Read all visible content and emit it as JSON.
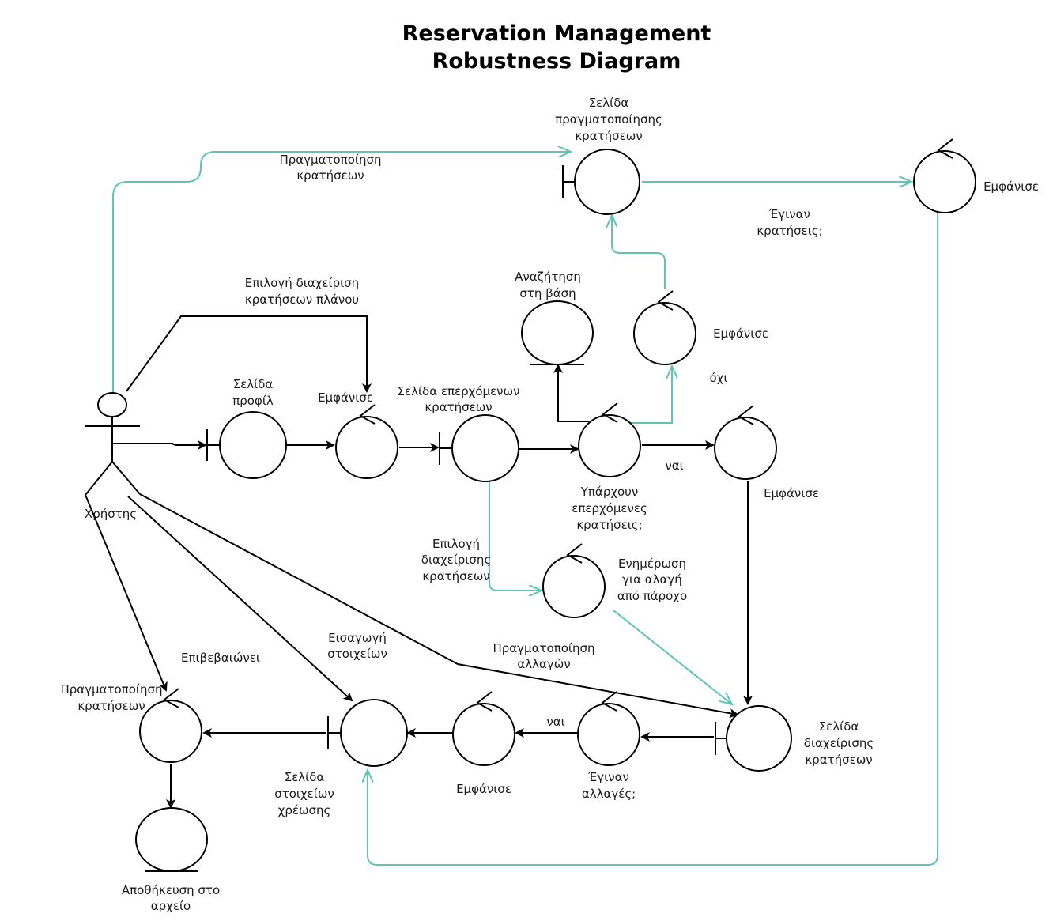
{
  "title": {
    "line1": "Reservation Management",
    "line2": "Robustness Diagram"
  },
  "actor": {
    "label": "Χρήστης"
  },
  "nodes": {
    "page_do_reservations": [
      "Σελίδα",
      "πραγματοποίησης",
      "κρατήσεων"
    ],
    "display_top_right": [
      "Εμφάνισε"
    ],
    "search_db": [
      "Αναζήτηση",
      "στη βάση"
    ],
    "display_mid": [
      "Εμφάνισε"
    ],
    "page_profile": [
      "Σελίδα",
      "προφίλ"
    ],
    "display_profile": [
      "Εμφάνισε"
    ],
    "page_upcoming": [
      "Σελίδα επερχόμενων",
      "κρατήσεων"
    ],
    "upcoming_exist": [
      "Υπάρχουν",
      "επερχόμενες",
      "κρατήσεις;"
    ],
    "display_right": [
      "Εμφάνισε"
    ],
    "update_change": [
      "Ενημέρωση",
      "για αλαγή",
      "από πάροχο"
    ],
    "page_manage": [
      "Σελίδα",
      "διαχείρισης",
      "κρατήσεων"
    ],
    "changes_made": [
      "Έγιναν",
      "αλλαγές;"
    ],
    "display_bottom": [
      "Εμφάνισε"
    ],
    "page_billing": [
      "Σελίδα",
      "στοιχείων",
      "χρέωσης"
    ],
    "do_reservation": [
      "Πραγματοποίηση",
      "κρατήσεων"
    ],
    "save_file": [
      "Αποθήκευση στο",
      "αρχείο"
    ]
  },
  "edges": {
    "do_reservations": [
      "Πραγματοποίηση",
      "κρατήσεων"
    ],
    "choose_manage_plan": [
      "Επιλογή διαχείριση",
      "κρατήσεων πλάνου"
    ],
    "reservations_made": [
      "Έγιναν",
      "κρατήσεις;"
    ],
    "no": "όχι",
    "yes_right": "ναι",
    "choose_manage": [
      "Επιλογή",
      "διαχείρισης",
      "κρατήσεων"
    ],
    "do_changes": [
      "Πραγματοποίηση",
      "αλλαγών"
    ],
    "enter_data": [
      "Εισαγωγή",
      "στοιχείων"
    ],
    "confirms": "Επιβεβαιώνει",
    "yes_bottom": "ναι"
  },
  "colors": {
    "primary_flow": "#000000",
    "alt_flow": "#5ec4b6"
  }
}
